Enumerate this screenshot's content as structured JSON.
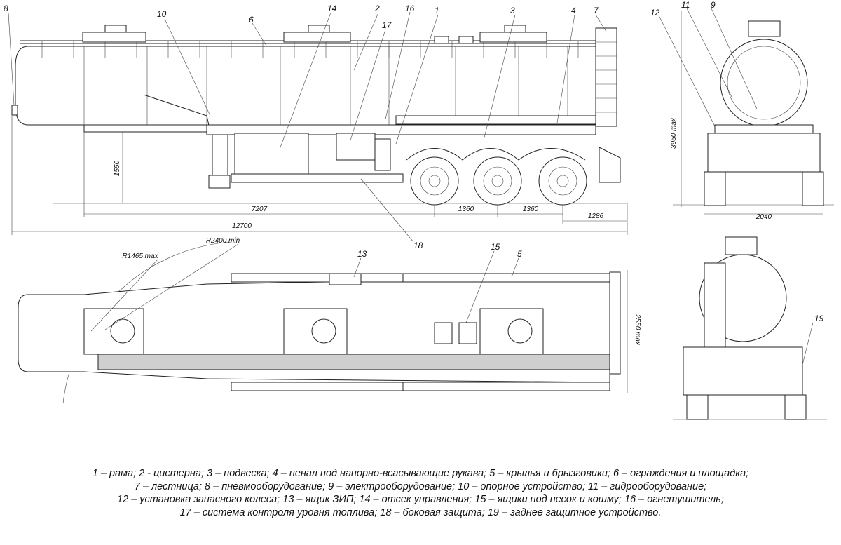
{
  "callouts": {
    "c1": "1",
    "c2": "2",
    "c3": "3",
    "c4": "4",
    "c5": "5",
    "c6": "6",
    "c7": "7",
    "c8": "8",
    "c9": "9",
    "c10": "10",
    "c11": "11",
    "c12": "12",
    "c13": "13",
    "c14": "14",
    "c15": "15",
    "c16": "16",
    "c17": "17",
    "c18": "18",
    "c19": "19"
  },
  "dimensions": {
    "total_length": "12700",
    "kingpin_to_axle": "7207",
    "axle_spacing_1": "1360",
    "axle_spacing_2": "1360",
    "rear_overhang": "1286",
    "coupling_height": "1550",
    "max_height": "3950 max",
    "track_width": "2040",
    "max_width": "2550 max",
    "front_radius": "R1465 max",
    "turning_radius": "R2400 min"
  },
  "legend": [
    "1 – рама; 2 - цистерна; 3 – подвеска; 4 – пенал под напорно-всасывающие рукава; 5 – крылья и брызговики; 6 – ограждения и площадка;",
    "7 – лестница; 8 – пневмооборудование; 9 – электрооборудование; 10 – опорное устройство; 11 – гидрооборудование;",
    "12 – установка запасного колеса; 13 – ящик ЗИП; 14 – отсек управления; 15 – ящики под песок и кошму; 16 – огнетушитель;",
    "17 – система контроля уровня топлива; 18 – боковая защита; 19 – заднее защитное устройство."
  ]
}
